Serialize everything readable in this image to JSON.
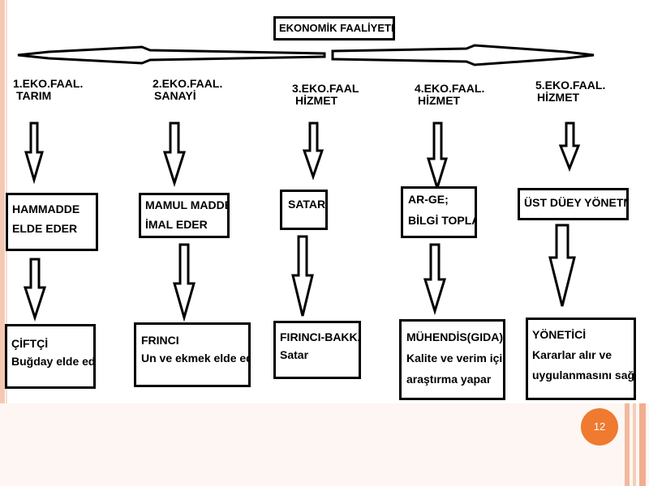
{
  "title": "EKONOMİK FAALİYETLER",
  "columns": [
    {
      "header": [
        "1.EKO.FAAL.",
        "TARIM"
      ],
      "activity": [
        "HAMMADDE",
        "ELDE EDER"
      ],
      "example": [
        "ÇİFTÇİ",
        "Buğday elde eder"
      ]
    },
    {
      "header": [
        "2.EKO.FAAL.",
        "SANAYİ"
      ],
      "activity": [
        "MAMUL MADDE",
        "İMAL EDER"
      ],
      "example": [
        "FRINCI",
        "Un ve ekmek elde eder"
      ]
    },
    {
      "header": [
        "3.EKO.FAAL",
        "HİZMET"
      ],
      "activity": [
        "SATAR"
      ],
      "example": [
        "FIRINCI-BAKKAL",
        "Satar"
      ]
    },
    {
      "header": [
        "4.EKO.FAAL.",
        "HİZMET"
      ],
      "activity": [
        "AR-GE;",
        "BİLGİ TOPLAM"
      ],
      "example": [
        "MÜHENDİS(GIDA)",
        "Kalite ve verim için",
        "araştırma yapar"
      ]
    },
    {
      "header": [
        "5.EKO.FAAL.",
        "HİZMET"
      ],
      "activity": [
        "ÜST DÜEY YÖNETME"
      ],
      "example": [
        "YÖNETİCİ",
        "Kararlar alır ve",
        "uygulanmasını sağlar"
      ]
    }
  ],
  "page_number": "12",
  "colors": {
    "accent": "#ef7a30",
    "frame": "#f4c9b4"
  }
}
